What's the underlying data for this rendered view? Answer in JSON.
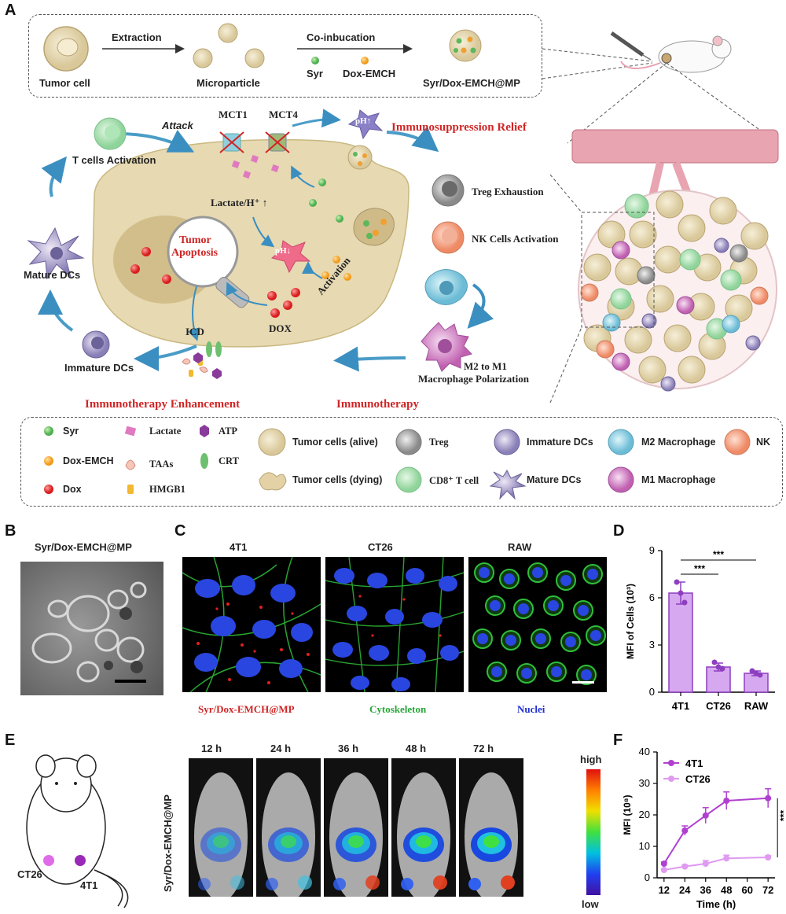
{
  "panel_labels": {
    "a": "A",
    "b": "B",
    "c": "C",
    "d": "D",
    "e": "E",
    "f": "F"
  },
  "panelA": {
    "workflow": {
      "tumor_cell": "Tumor cell",
      "extraction": "Extraction",
      "microparticle": "Microparticle",
      "coinc": "Co-inbucation",
      "syr": "Syr",
      "dox_emch": "Dox-EMCH",
      "product": "Syr/Dox-EMCH@MP"
    },
    "mechanism": {
      "attack": "Attack",
      "t_cells": "T cells Activation",
      "mct1": "MCT1",
      "mct4": "MCT4",
      "ph_up": "pH↑",
      "immuno_relief": "Immunosuppression Relief",
      "lactate": "Lactate/H⁺ ↑",
      "tumor_apoptosis_1": "Tumor",
      "tumor_apoptosis_2": "Apoptosis",
      "ph_down": "pH↓",
      "mature_dcs": "Mature DCs",
      "icd": "ICD",
      "dox": "DOX",
      "activation": "Activation",
      "treg_exhaustion": "Treg Exhaustion",
      "nk_activation": "NK Cells Activation",
      "m2m1_1": "M2 to M1",
      "m2m1_2": "Macrophage Polarization",
      "immature_dcs": "Immature DCs",
      "immuno_enh": "Immunotherapy Enhancement",
      "immunotherapy": "Immunotherapy"
    },
    "legend": {
      "syr": "Syr",
      "dox_emch": "Dox-EMCH",
      "dox": "Dox",
      "lactate": "Lactate",
      "taas": "TAAs",
      "hmgb1": "HMGB1",
      "atp": "ATP",
      "crt": "CRT",
      "tumor_alive": "Tumor cells (alive)",
      "tumor_dying": "Tumor cells (dying)",
      "treg": "Treg",
      "cd8": "CD8⁺ T cell",
      "immature_dcs": "Immature DCs",
      "mature_dcs": "Mature DCs",
      "m2": "M2 Macrophage",
      "m1": "M1 Macrophage",
      "nk": "NK"
    },
    "colors": {
      "syr": "#5cb85c",
      "dox_emch": "#f0a030",
      "dox": "#e03030",
      "cell": "#e8dcb5",
      "red": "#d02525",
      "arrow": "#4a9cc8"
    }
  },
  "panelB": {
    "title": "Syr/Dox-EMCH@MP"
  },
  "panelC": {
    "columns": [
      "4T1",
      "CT26",
      "RAW"
    ],
    "captions": {
      "red": "Syr/Dox-EMCH@MP",
      "green": "Cytoskeleton",
      "blue": "Nuclei"
    }
  },
  "panelE": {
    "ylabel": "Syr/Dox-EMCH@MP",
    "times": [
      "12 h",
      "24 h",
      "36 h",
      "48 h",
      "72 h"
    ],
    "mouse_labels": {
      "left": "CT26",
      "right": "4T1"
    },
    "scale": {
      "high": "high",
      "low": "low"
    }
  },
  "chart_data": [
    {
      "type": "bar",
      "panel": "D",
      "categories": [
        "4T1",
        "CT26",
        "RAW"
      ],
      "values": [
        6.3,
        1.6,
        1.2
      ],
      "errors": [
        0.7,
        0.25,
        0.15
      ],
      "points": [
        [
          7.0,
          6.3,
          5.7
        ],
        [
          1.9,
          1.6,
          1.5
        ],
        [
          1.35,
          1.2,
          1.1
        ]
      ],
      "ylabel": "MFI of Cells (10³)",
      "ylim": [
        0,
        9
      ],
      "yticks": [
        0,
        3,
        6,
        9
      ],
      "significance": [
        {
          "from": "4T1",
          "to": "CT26",
          "label": "***"
        },
        {
          "from": "4T1",
          "to": "RAW",
          "label": "***"
        }
      ],
      "color": "#d6a8f0",
      "edge": "#8e3fbf"
    },
    {
      "type": "line",
      "panel": "F",
      "x": [
        12,
        24,
        36,
        48,
        72
      ],
      "series": [
        {
          "name": "4T1",
          "values": [
            4.5,
            15,
            19.8,
            24.5,
            25.3
          ],
          "errors": [
            0.5,
            1.5,
            2.5,
            2.8,
            3.0
          ],
          "color": "#b040d0"
        },
        {
          "name": "CT26",
          "values": [
            2.5,
            3.6,
            4.5,
            6.2,
            6.5
          ],
          "errors": [
            0.3,
            0.5,
            1.0,
            1.0,
            0.5
          ],
          "color": "#e09af0"
        }
      ],
      "xlabel": "Time (h)",
      "ylabel": "MFI (10⁸)",
      "xticks": [
        12,
        24,
        36,
        48,
        60,
        72
      ],
      "ylim": [
        0,
        40
      ],
      "yticks": [
        0,
        10,
        20,
        30,
        40
      ],
      "significance": "***",
      "legend": "top-left"
    }
  ]
}
